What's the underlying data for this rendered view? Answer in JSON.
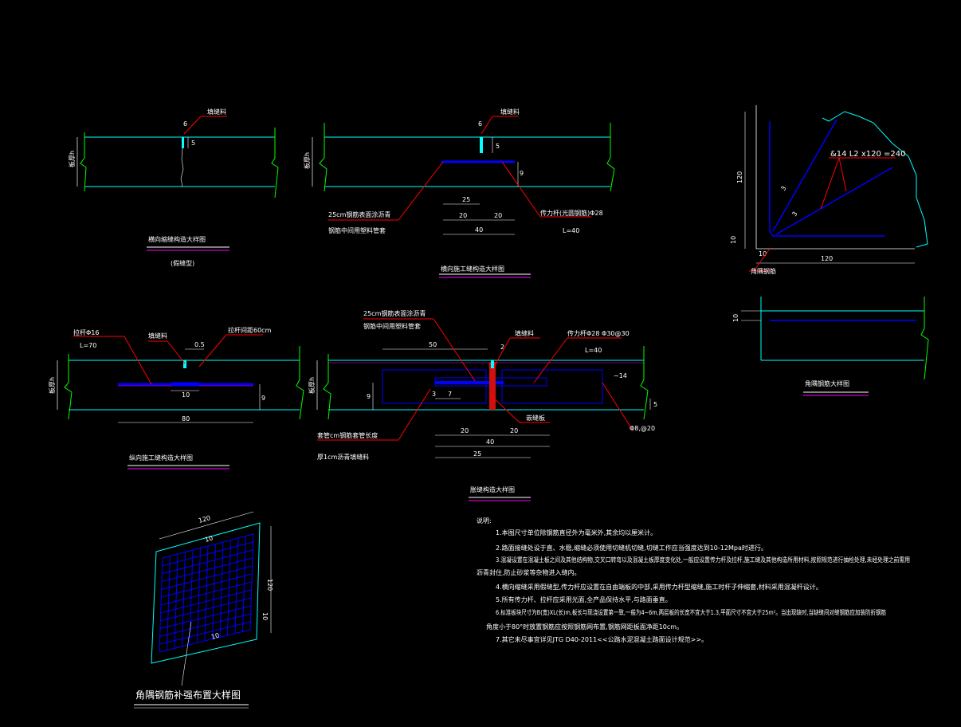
{
  "colors": {
    "background": "#000000",
    "slab": "#00ffff",
    "break": "#00ff00",
    "rebar": "#0000ff",
    "leader": "#ff0000",
    "title_line": "#ff00ff",
    "text": "#ffffff",
    "filler": "#ff2020"
  },
  "view1": {
    "label": "填缝料",
    "side": "板厚h",
    "dim5": "5",
    "dim6": "6",
    "title": "横向缩缝构造大样图",
    "subtitle": "(假缝型)"
  },
  "view2": {
    "label": "填缝料",
    "side": "板厚h",
    "dim6": "6",
    "dim5": "5",
    "dim9": "9",
    "d25": "25",
    "d20a": "20",
    "d20b": "20",
    "d40": "40",
    "lead1": "25cm钢筋表面涂沥青",
    "lead2": "钢筋中间用塑料管套",
    "lead3": "传力杆(光圆钢筋)Φ28",
    "L": "L=40",
    "title": "横向施工缝构造大样图"
  },
  "view3": {
    "dim120": "120",
    "rebar": "&14 L2 x120 =240",
    "dim10a": "10",
    "dim10b": "10",
    "dim3a": "3",
    "dim3b": "3",
    "label": "角隅钢筋",
    "dim10c": "10",
    "title": "角隅钢筋大样图"
  },
  "view4": {
    "lead_left": "拉杆Φ16",
    "L": "L=70",
    "filler": "填缝料",
    "lead_right": "拉杆间距60cm",
    "dim05": "0.5",
    "dim10": "10",
    "dim80": "80",
    "side": "板厚h",
    "dim9": "9",
    "title": "纵向施工缝构造大样图"
  },
  "view5": {
    "lead_top1": "25cm钢筋表面涂沥青",
    "lead_top2": "钢筋中间用塑料管套",
    "d50": "50",
    "d2": "2",
    "filler": "填缝料",
    "lead_r": "传力杆Φ28 Φ30@30",
    "L": "L=40",
    "d14": "~14",
    "d3": "3",
    "d7": "7",
    "side": "板厚h",
    "d9": "9",
    "bar": "嵌缝板",
    "d20a": "20",
    "d20b": "20",
    "d40": "40",
    "d25": "25",
    "lead_b1": "套管cm钢筋套管长度",
    "lead_b2": "厚1cm沥青填缝料",
    "d5": "5",
    "r": "Φ8,@20",
    "title": "胀缝构造大样图"
  },
  "view6": {
    "d120a": "120",
    "d120b": "120",
    "d10a": "10",
    "d10b": "10",
    "d10c": "10",
    "title": "角隅钢筋补强布置大样图"
  },
  "notes": {
    "heading": "说明:",
    "lines": [
      "1.本图尺寸单位除钢筋直径外为毫米外,其余均以厘米计。",
      "2.路面接缝处设于直、水稳,缩缝必须使用切缝机切缝,切缝工作应当强度达到10-12Mpa时进行。",
      "3.混凝设置在混凝土板之间及其他结构物,交叉口转弯以及混凝土板厚度变化处,一般应设置传力杆及拉杆,施工缝及其他构造所用材料,按照规范进行抽检处理,未经处理之前需用",
      "沥青封住,防止砂浆等杂物进入缝内。",
      "4.横向缩缝采用假缝型,传力杆应设置在自由端板的中部,采用传力杆型缩缝,施工时杆子伸缩套,材料采用混凝杆设计。",
      "5.所有传力杆、拉杆应采用光面,全产品保持水平,与路面垂直。",
      "6.标准板块尺寸为B(宽)XL(长)m,板长与现浇设置第一致,一般为4~6m,两层板的长宽不宜大于1.3,平面尺寸不宜大于25m²。当出现缺时,当缺缝间对缝钢筋应加装防折钢筋",
      "角度小于80°时放置钢筋应按照钢筋网布置,钢筋网距板面净距10cm。",
      "7.其它未尽事宜详见JTG D40-2011<<公路水泥混凝土路面设计规范>>。"
    ]
  }
}
